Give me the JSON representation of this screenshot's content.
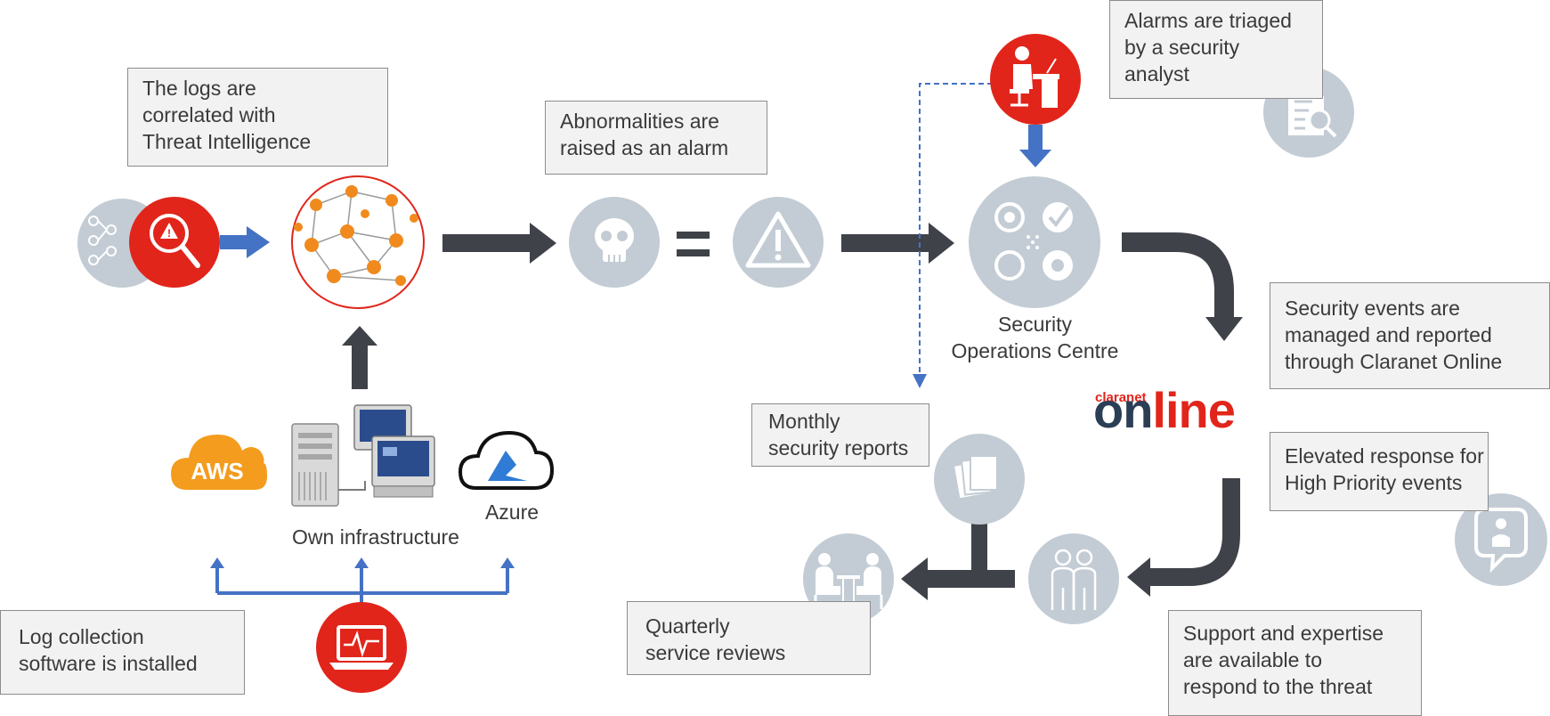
{
  "boxes": {
    "logs_correlated": "The logs are\ncorrelated with\nThreat Intelligence",
    "abnormalities": "Abnormalities are\nraised as an alarm",
    "alarms_triaged": "Alarms are triaged\nby a security\nanalyst",
    "security_events": "Security events are\nmanaged and reported\nthrough Claranet Online",
    "elevated_response": "Elevated response for\nHigh Priority events",
    "support_expertise": "Support and expertise\nare available to\nrespond to the threat",
    "monthly_reports": "Monthly\nsecurity reports",
    "quarterly_reviews": "Quarterly\nservice reviews",
    "log_collection": "Log collection\nsoftware is installed"
  },
  "labels": {
    "soc": "Security\nOperations Centre",
    "own_infrastructure": "Own infrastructure",
    "azure": "Azure",
    "aws": "AWS"
  },
  "logo": {
    "small": "claranet",
    "on": "on",
    "line": "line"
  },
  "colors": {
    "red": "#e1251b",
    "grey": "#c3ccd4",
    "dark": "#404249",
    "blue": "#4472c4"
  },
  "icons": [
    "threat-intel-icon",
    "correlation-network-icon",
    "skull-icon",
    "warning-icon",
    "soc-icon",
    "analyst-icon",
    "document-search-icon",
    "documents-icon",
    "meeting-icon",
    "team-icon",
    "chat-person-icon",
    "laptop-monitor-icon",
    "aws-cloud-icon",
    "azure-cloud-icon",
    "servers-icon"
  ]
}
